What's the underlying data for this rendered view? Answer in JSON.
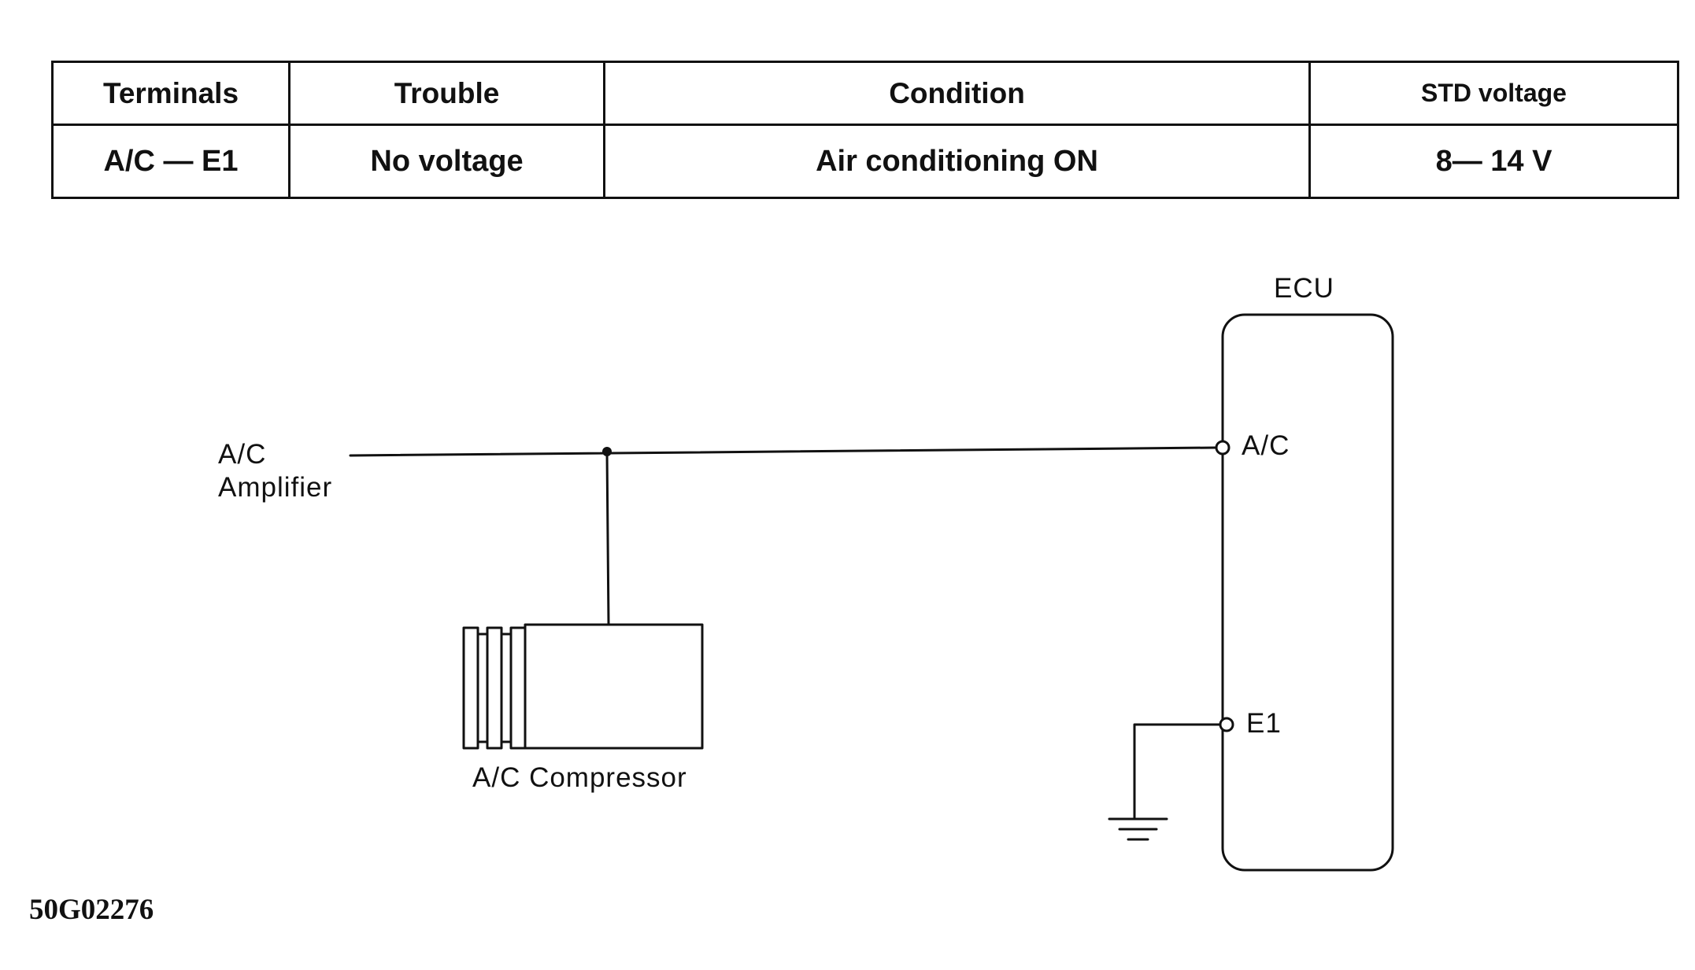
{
  "table": {
    "headers": [
      "Terminals",
      "Trouble",
      "Condition",
      "STD voltage"
    ],
    "rows": [
      [
        "A/C — E1",
        "No voltage",
        "Air conditioning ON",
        "8— 14 V"
      ]
    ]
  },
  "diagram": {
    "ecu_label": "ECU",
    "ecu_terminal_ac": "A/C",
    "ecu_terminal_e1": "E1",
    "amplifier_label_line1": "A/C",
    "amplifier_label_line2": "Amplifier",
    "compressor_label": "A/C Compressor"
  },
  "figure_id": "50G02276"
}
